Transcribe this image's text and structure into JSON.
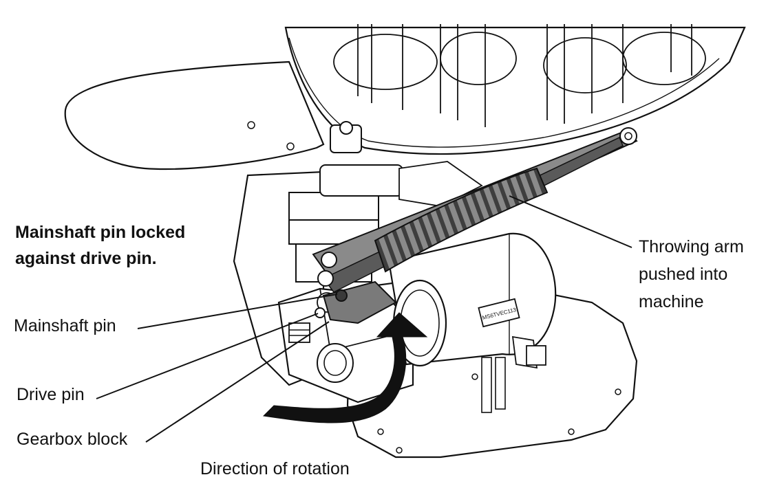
{
  "heading": {
    "line1": "Mainshaft pin locked",
    "line2": "against drive pin."
  },
  "labels": {
    "throwing_arm": [
      "Throwing arm",
      "pushed into",
      "machine"
    ],
    "mainshaft_pin": "Mainshaft pin",
    "drive_pin": "Drive pin",
    "gearbox_block": "Gearbox block",
    "direction": "Direction of rotation"
  },
  "motor_plate": "MS6TVEC113",
  "colors": {
    "line": "#111111",
    "shade": "#7a7a7a",
    "dark_shade": "#4a4a4a",
    "background": "#ffffff"
  }
}
